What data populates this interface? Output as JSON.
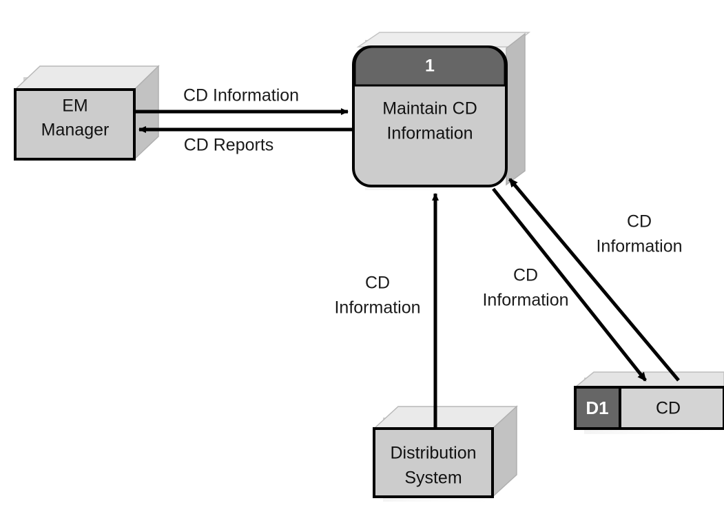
{
  "diagram": {
    "type": "data-flow-diagram",
    "title": "",
    "colors": {
      "entity_fill": "#cccccc",
      "entity_stroke": "#000000",
      "extrusion_top": "#e8e8e8",
      "extrusion_side": "#bdbdbd",
      "process_header_fill": "#666666",
      "process_body_fill": "#cccccc",
      "store_id_fill": "#666666",
      "store_body_fill": "#d4d4d4",
      "flow_stroke": "#000000",
      "label_text": "#1a1a1a",
      "background": "#ffffff"
    },
    "external_entities": [
      {
        "id": "em-manager",
        "lines": [
          "EM",
          "Manager"
        ]
      },
      {
        "id": "distribution-system",
        "lines": [
          "Distribution",
          "System"
        ]
      }
    ],
    "processes": [
      {
        "id": "maintain-cd-information",
        "number": "1",
        "lines": [
          "Maintain CD",
          "Information"
        ]
      }
    ],
    "data_stores": [
      {
        "id": "d1-cd",
        "store_id": "D1",
        "name": "CD"
      }
    ],
    "data_flows": [
      {
        "id": "flow-manager-to-process",
        "lines": [
          "CD Information"
        ],
        "from": "em-manager",
        "to": "maintain-cd-information",
        "direction": "right"
      },
      {
        "id": "flow-process-to-manager",
        "lines": [
          "CD Reports"
        ],
        "from": "maintain-cd-information",
        "to": "em-manager",
        "direction": "left"
      },
      {
        "id": "flow-distribution-to-process",
        "lines": [
          "CD",
          "Information"
        ],
        "from": "distribution-system",
        "to": "maintain-cd-information",
        "direction": "up"
      },
      {
        "id": "flow-process-to-store",
        "lines": [
          "CD",
          "Information"
        ],
        "from": "maintain-cd-information",
        "to": "d1-cd",
        "direction": "down-right"
      },
      {
        "id": "flow-store-to-process",
        "lines": [
          "CD",
          "Information"
        ],
        "from": "d1-cd",
        "to": "maintain-cd-information",
        "direction": "up-left"
      }
    ]
  }
}
